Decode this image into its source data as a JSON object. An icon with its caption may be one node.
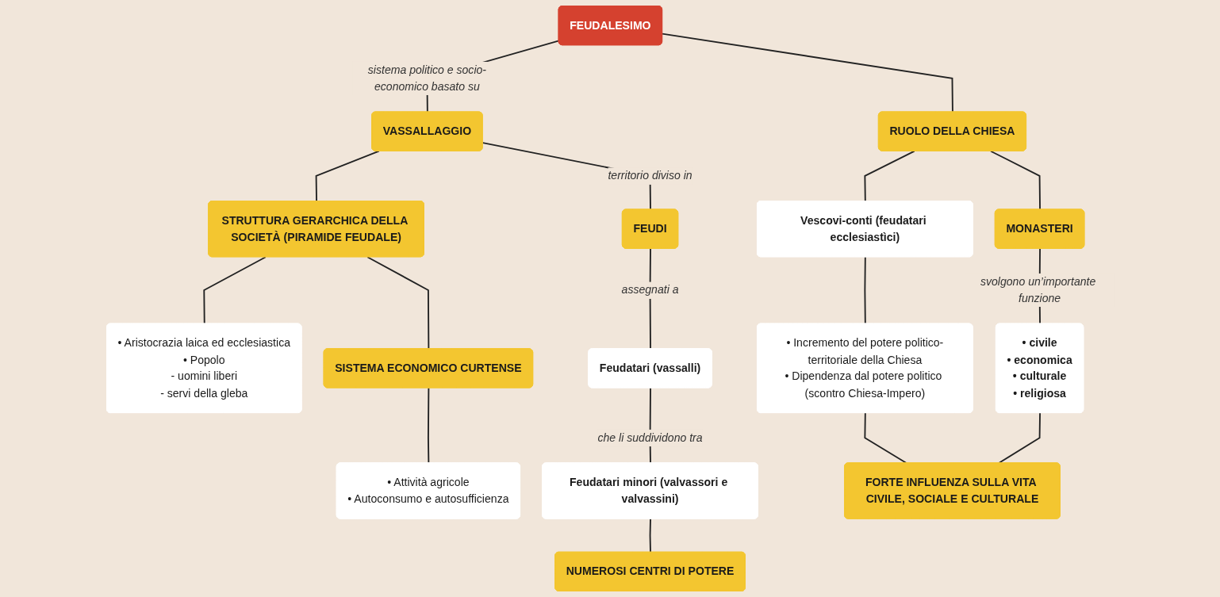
{
  "diagram": {
    "nodes": [
      {
        "text": [
          "FEUDALESIMO"
        ]
      },
      {
        "text": [
          "VASSALLAGGIO"
        ]
      },
      {
        "text": [
          "FEUDI"
        ]
      },
      {
        "text": [
          "STRUTTURA GERARCHICA DELLA SOCIETÀ (PIRAMIDE FEUDALE)"
        ]
      },
      {
        "text": [
          "• Aristocrazia laica ed ecclesiastica",
          "• Popolo",
          "- uomini liberi",
          "- servi della gleba"
        ]
      },
      {
        "text": [
          "Feudatari (vassalli)"
        ]
      },
      {
        "text": [
          "SISTEMA ECONOMICO CURTENSE"
        ]
      },
      {
        "text": [
          "• Attività agricole",
          "• Autoconsumo e autosufficienza"
        ]
      },
      {
        "text": [
          "Feudatari minori (valvassori e valvassini)"
        ]
      },
      {
        "text": [
          "NUMEROSI CENTRI DI POTERE"
        ]
      },
      {
        "text": [
          "RUOLO DELLA CHIESA"
        ]
      },
      {
        "text": [
          "Vescovi-conti (feudatari ecclesiastìci)"
        ]
      },
      {
        "text": [
          "MONASTERI"
        ]
      },
      {
        "text": [
          "• Incremento del potere politico-territoriale della Chiesa",
          "• Dipendenza dal potere politico (scontro Chiesa-Impero)"
        ]
      },
      {
        "text": [
          "• civile",
          "• economica",
          "• culturale",
          "• religiosa"
        ]
      },
      {
        "text": [
          "FORTE INFLUENZA SULLA VITA CIVILE, SOCIALE E CULTURALE"
        ]
      }
    ],
    "edges": [
      {
        "from": 0,
        "to": 1,
        "arrow": "none",
        "label": "sistema politico e socio-economico basato su"
      },
      {
        "from": 1,
        "to": 2,
        "arrow": "none",
        "label": "territorio diviso in"
      },
      {
        "from": 1,
        "to": 3,
        "arrow": "none"
      },
      {
        "from": 3,
        "to": 4,
        "arrow": "none"
      },
      {
        "from": 3,
        "to": 6,
        "arrow": "none"
      },
      {
        "from": 6,
        "to": 7,
        "arrow": "none"
      },
      {
        "from": 2,
        "to": 5,
        "arrow": "none",
        "label": "assegnati a"
      },
      {
        "from": 5,
        "to": 8,
        "arrow": "none",
        "label": "che li suddividono tra"
      },
      {
        "from": 8,
        "to": 9,
        "arrow": "none"
      },
      {
        "from": 0,
        "to": 10,
        "arrow": "none"
      },
      {
        "from": 10,
        "to": 11,
        "arrow": "none"
      },
      {
        "from": 10,
        "to": 12,
        "arrow": "none"
      },
      {
        "from": 11,
        "to": 13,
        "arrow": "none"
      },
      {
        "from": 13,
        "to": 15,
        "arrow": "none"
      },
      {
        "from": 12,
        "to": 14,
        "arrow": "none",
        "label": "svolgono un’importante funzione"
      },
      {
        "from": 14,
        "to": 15,
        "arrow": "none"
      }
    ]
  }
}
